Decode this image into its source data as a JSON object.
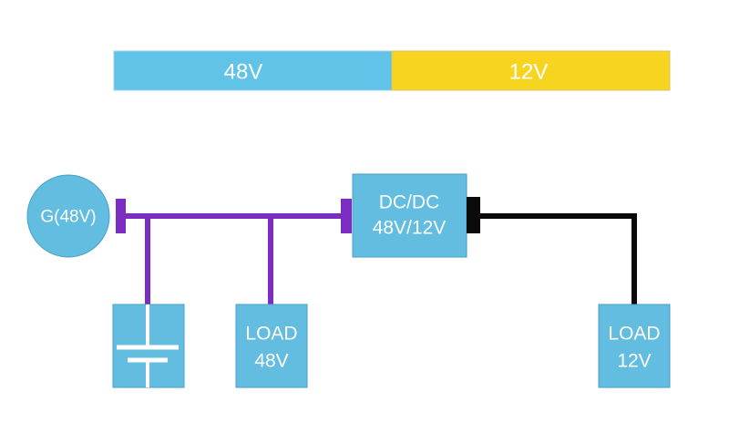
{
  "voltage_bar": {
    "left_label": "48V",
    "right_label": "12V",
    "left_color": "#62c3e9",
    "right_color": "#f6d420"
  },
  "generator": {
    "label": "G(48V)"
  },
  "converter": {
    "line1": "DC/DC",
    "line2": "48V/12V"
  },
  "battery": {
    "icon": "battery-icon"
  },
  "load_48v": {
    "line1": "LOAD",
    "line2": "48V"
  },
  "load_12v": {
    "line1": "LOAD",
    "line2": "12V"
  },
  "colors": {
    "component_fill": "#62bde0",
    "component_stroke": "#4a9fc4",
    "bus_48v": "#7b2cc1",
    "bus_12v": "#0a0a0a",
    "label_text": "#ffffff"
  }
}
